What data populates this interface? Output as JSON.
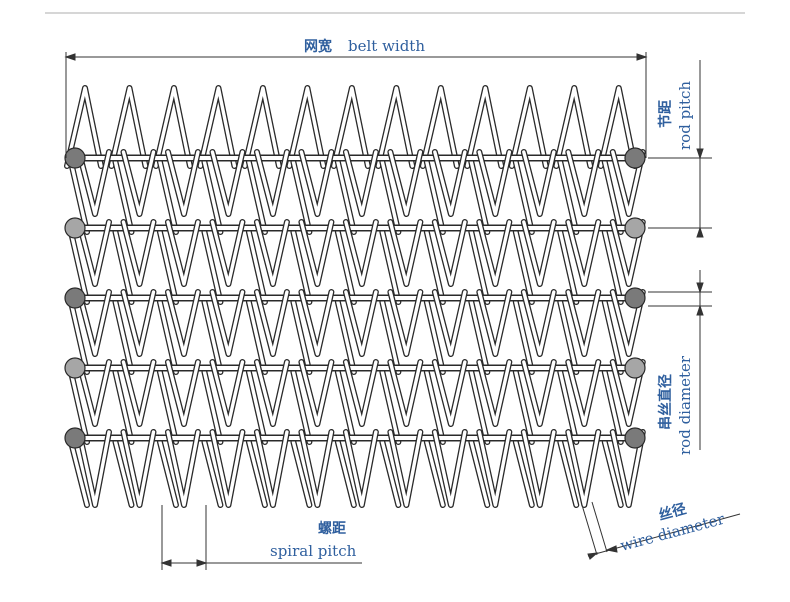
{
  "colors": {
    "wire": "#2a2a2a",
    "wire_fill": "#ffffff",
    "rod_fill": "#7a7a7a",
    "rod_fill_light": "#a6a6a6",
    "dimension": "#333333",
    "label": "#2f5f9e",
    "top_rule": "#c8c8c8"
  },
  "labels": {
    "belt_width_cn": "网宽",
    "belt_width_en": "belt width",
    "rod_pitch_cn": "节距",
    "rod_pitch_en": "rod pitch",
    "rod_diameter_cn": "串丝直径",
    "rod_diameter_en": "rod diameter",
    "spiral_pitch_cn": "螺距",
    "spiral_pitch_en": "spiral pitch",
    "wire_diameter_cn": "丝径",
    "wire_diameter_en": "wire diameter"
  },
  "mesh": {
    "spirals_per_row": 13,
    "rod_rows": 5
  }
}
